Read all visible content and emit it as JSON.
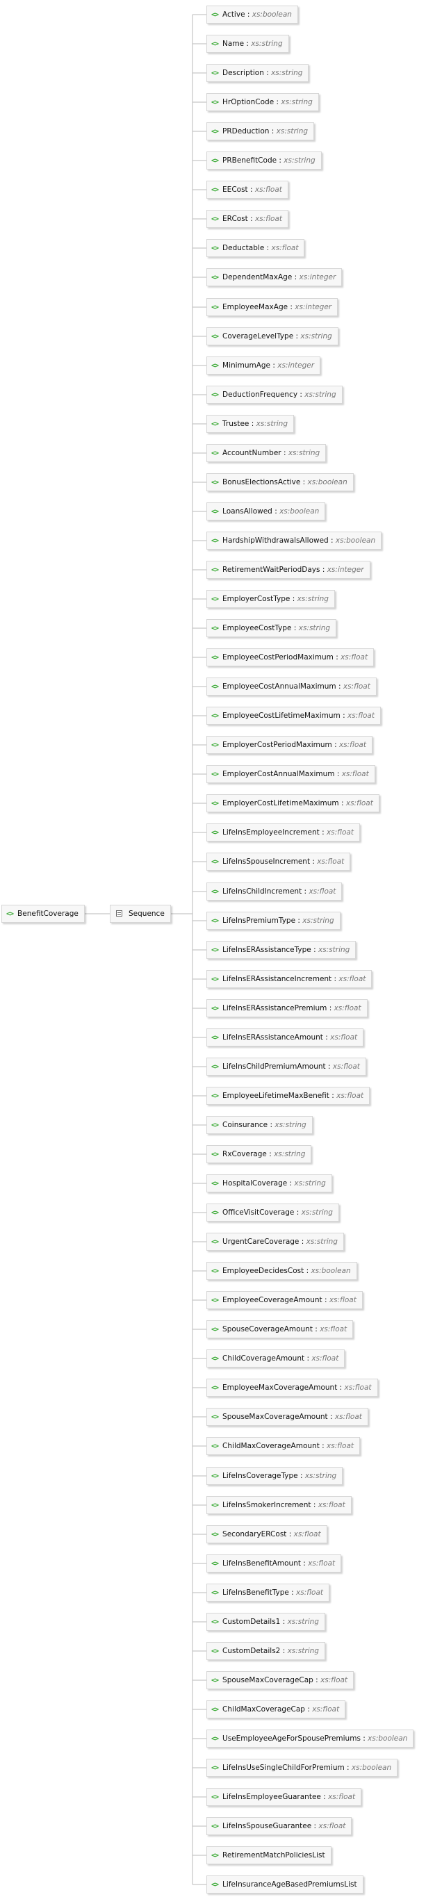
{
  "colors": {
    "element_icon": "#3aaa35",
    "type_text": "#777777",
    "node_fill": "#f7f7f7",
    "node_border": "#d6d6d6",
    "connector": "#b8b8b8"
  },
  "root": {
    "icon": "element-icon",
    "label": "BenefitCoverage"
  },
  "sequence": {
    "icon": "sequence-icon",
    "label": "Sequence"
  },
  "elements": [
    {
      "name": "Active",
      "type": "xs:boolean"
    },
    {
      "name": "Name",
      "type": "xs:string"
    },
    {
      "name": "Description",
      "type": "xs:string"
    },
    {
      "name": "HrOptionCode",
      "type": "xs:string"
    },
    {
      "name": "PRDeduction",
      "type": "xs:string"
    },
    {
      "name": "PRBenefitCode",
      "type": "xs:string"
    },
    {
      "name": "EECost",
      "type": "xs:float"
    },
    {
      "name": "ERCost",
      "type": "xs:float"
    },
    {
      "name": "Deductable",
      "type": "xs:float"
    },
    {
      "name": "DependentMaxAge",
      "type": "xs:integer"
    },
    {
      "name": "EmployeeMaxAge",
      "type": "xs:integer"
    },
    {
      "name": "CoverageLevelType",
      "type": "xs:string"
    },
    {
      "name": "MinimumAge",
      "type": "xs:integer"
    },
    {
      "name": "DeductionFrequency",
      "type": "xs:string"
    },
    {
      "name": "Trustee",
      "type": "xs:string"
    },
    {
      "name": "AccountNumber",
      "type": "xs:string"
    },
    {
      "name": "BonusElectionsActive",
      "type": "xs:boolean"
    },
    {
      "name": "LoansAllowed",
      "type": "xs:boolean"
    },
    {
      "name": "HardshipWithdrawalsAllowed",
      "type": "xs:boolean"
    },
    {
      "name": "RetirementWaitPeriodDays",
      "type": "xs:integer"
    },
    {
      "name": "EmployerCostType",
      "type": "xs:string"
    },
    {
      "name": "EmployeeCostType",
      "type": "xs:string"
    },
    {
      "name": "EmployeeCostPeriodMaximum",
      "type": "xs:float"
    },
    {
      "name": "EmployeeCostAnnualMaximum",
      "type": "xs:float"
    },
    {
      "name": "EmployeeCostLifetimeMaximum",
      "type": "xs:float"
    },
    {
      "name": "EmployerCostPeriodMaximum",
      "type": "xs:float"
    },
    {
      "name": "EmployerCostAnnualMaximum",
      "type": "xs:float"
    },
    {
      "name": "EmployerCostLifetimeMaximum",
      "type": "xs:float"
    },
    {
      "name": "LifeInsEmployeeIncrement",
      "type": "xs:float"
    },
    {
      "name": "LifeInsSpouseIncrement",
      "type": "xs:float"
    },
    {
      "name": "LifeInsChildIncrement",
      "type": "xs:float"
    },
    {
      "name": "LifeInsPremiumType",
      "type": "xs:string"
    },
    {
      "name": "LifeInsERAssistanceType",
      "type": "xs:string"
    },
    {
      "name": "LifeInsERAssistanceIncrement",
      "type": "xs:float"
    },
    {
      "name": "LifeInsERAssistancePremium",
      "type": "xs:float"
    },
    {
      "name": "LifeInsERAssistanceAmount",
      "type": "xs:float"
    },
    {
      "name": "LifeInsChildPremiumAmount",
      "type": "xs:float"
    },
    {
      "name": "EmployeeLifetimeMaxBenefit",
      "type": "xs:float"
    },
    {
      "name": "Coinsurance",
      "type": "xs:string"
    },
    {
      "name": "RxCoverage",
      "type": "xs:string"
    },
    {
      "name": "HospitalCoverage",
      "type": "xs:string"
    },
    {
      "name": "OfficeVisitCoverage",
      "type": "xs:string"
    },
    {
      "name": "UrgentCareCoverage",
      "type": "xs:string"
    },
    {
      "name": "EmployeeDecidesCost",
      "type": "xs:boolean"
    },
    {
      "name": "EmployeeCoverageAmount",
      "type": "xs:float"
    },
    {
      "name": "SpouseCoverageAmount",
      "type": "xs:float"
    },
    {
      "name": "ChildCoverageAmount",
      "type": "xs:float"
    },
    {
      "name": "EmployeeMaxCoverageAmount",
      "type": "xs:float"
    },
    {
      "name": "SpouseMaxCoverageAmount",
      "type": "xs:float"
    },
    {
      "name": "ChildMaxCoverageAmount",
      "type": "xs:float"
    },
    {
      "name": "LifeInsCoverageType",
      "type": "xs:string"
    },
    {
      "name": "LifeInsSmokerIncrement",
      "type": "xs:float"
    },
    {
      "name": "SecondaryERCost",
      "type": "xs:float"
    },
    {
      "name": "LifeInsBenefitAmount",
      "type": "xs:float"
    },
    {
      "name": "LifeInsBenefitType",
      "type": "xs:float"
    },
    {
      "name": "CustomDetails1",
      "type": "xs:string"
    },
    {
      "name": "CustomDetails2",
      "type": "xs:string"
    },
    {
      "name": "SpouseMaxCoverageCap",
      "type": "xs:float"
    },
    {
      "name": "ChildMaxCoverageCap",
      "type": "xs:float"
    },
    {
      "name": "UseEmployeeAgeForSpousePremiums",
      "type": "xs:boolean"
    },
    {
      "name": "LifeInsUseSingleChildForPremium",
      "type": "xs:boolean"
    },
    {
      "name": "LifeInsEmployeeGuarantee",
      "type": "xs:float"
    },
    {
      "name": "LifeInsSpouseGuarantee",
      "type": "xs:float"
    },
    {
      "name": "RetirementMatchPoliciesList",
      "type": ""
    },
    {
      "name": "LifeInsuranceAgeBasedPremiumsList",
      "type": ""
    }
  ]
}
